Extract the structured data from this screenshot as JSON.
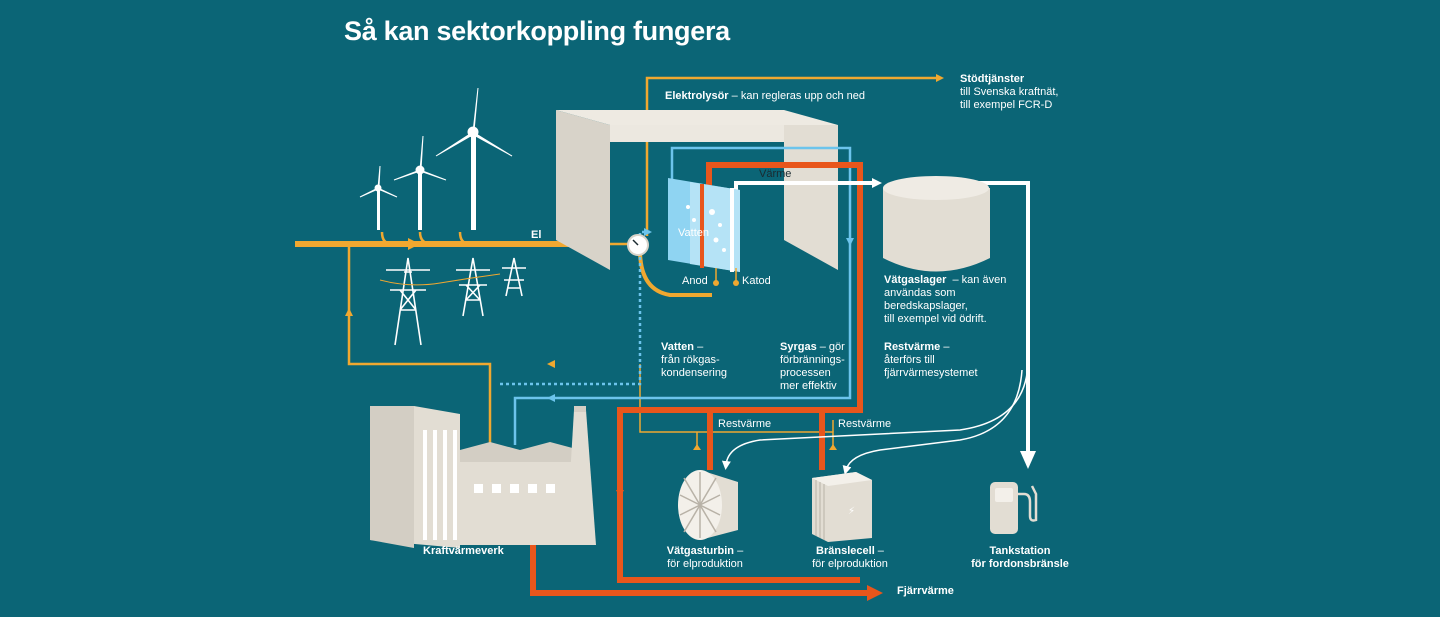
{
  "title": "Så kan sektorkoppling fungera",
  "colors": {
    "background": "#0b6576",
    "electricity": "#f0a830",
    "heat": "#e8561c",
    "water": "#6cc4ec",
    "hydrogen": "#ffffff",
    "building": "#e2ddd3"
  },
  "labels": {
    "el": "El",
    "varme": "Värme",
    "vatten": "Vatten",
    "anod": "Anod",
    "katod": "Katod",
    "restvarme_1": "Restvärme",
    "restvarme_2": "Restvärme",
    "fjarrvarme": "Fjärrvärme",
    "kraftvarmeverk": "Kraftvärmeverk"
  },
  "annotations": {
    "elektrolysor": {
      "bold": "Elektrolysör",
      "text": " – kan regleras upp och ned"
    },
    "stodtjanster": {
      "bold": "Stödtjänster",
      "lines": [
        "till Svenska kraftnät,",
        "till exempel FCR-D"
      ]
    },
    "vatgaslager": {
      "bold": "Vätgaslager",
      "first": "  – kan även",
      "lines": [
        "användas som",
        "beredskapslager,",
        "till exempel vid ödrift."
      ]
    },
    "restvarme": {
      "bold": "Restvärme",
      "first": " –",
      "lines": [
        "återförs till",
        "fjärrvärmesystemet"
      ]
    },
    "vatten": {
      "bold": "Vatten",
      "first": " –",
      "lines": [
        "från rökgas-",
        "kondensering"
      ]
    },
    "syrgas": {
      "bold": "Syrgas",
      "first": " – gör",
      "lines": [
        "förbrännings-",
        "processen",
        "mer effektiv"
      ]
    },
    "vatgasturbin": {
      "bold": "Vätgasturbin",
      "first": " –",
      "lines": [
        "för elproduktion"
      ]
    },
    "branslecell": {
      "bold": "Bränslecell",
      "first": " –",
      "lines": [
        "för elproduktion"
      ]
    },
    "tankstation": {
      "lines": [
        "Tankstation",
        "för fordonsbränsle"
      ]
    }
  },
  "icons": [
    "wind-turbine-icon",
    "power-pylon-icon",
    "electrolyser-icon",
    "meter-icon",
    "hydrogen-tank-icon",
    "power-plant-icon",
    "gas-turbine-icon",
    "fuel-cell-icon",
    "fuel-pump-icon"
  ]
}
